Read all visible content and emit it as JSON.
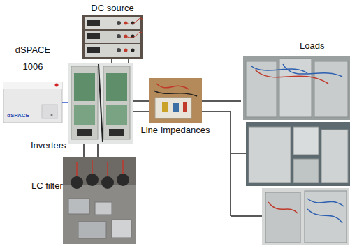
{
  "diagram": {
    "nodes": [
      {
        "text": [
          "DC source"
        ]
      },
      {
        "text": [
          "dSPACE 1006"
        ]
      },
      {
        "text": [
          "Inverters"
        ]
      },
      {
        "text": [
          "LC filter"
        ]
      },
      {
        "text": [
          "Line Impedances"
        ]
      },
      {
        "text": [
          "Loads"
        ]
      }
    ],
    "edges": [
      {
        "from": 1,
        "to": 2,
        "arrow": "none"
      },
      {
        "from": 2,
        "to": 0,
        "arrow": "none"
      },
      {
        "from": 2,
        "to": 3,
        "arrow": "none"
      },
      {
        "from": 2,
        "to": 4,
        "arrow": "none"
      },
      {
        "from": 4,
        "to": 5,
        "arrow": "none"
      }
    ],
    "labels": [
      "dSPACE"
    ]
  }
}
